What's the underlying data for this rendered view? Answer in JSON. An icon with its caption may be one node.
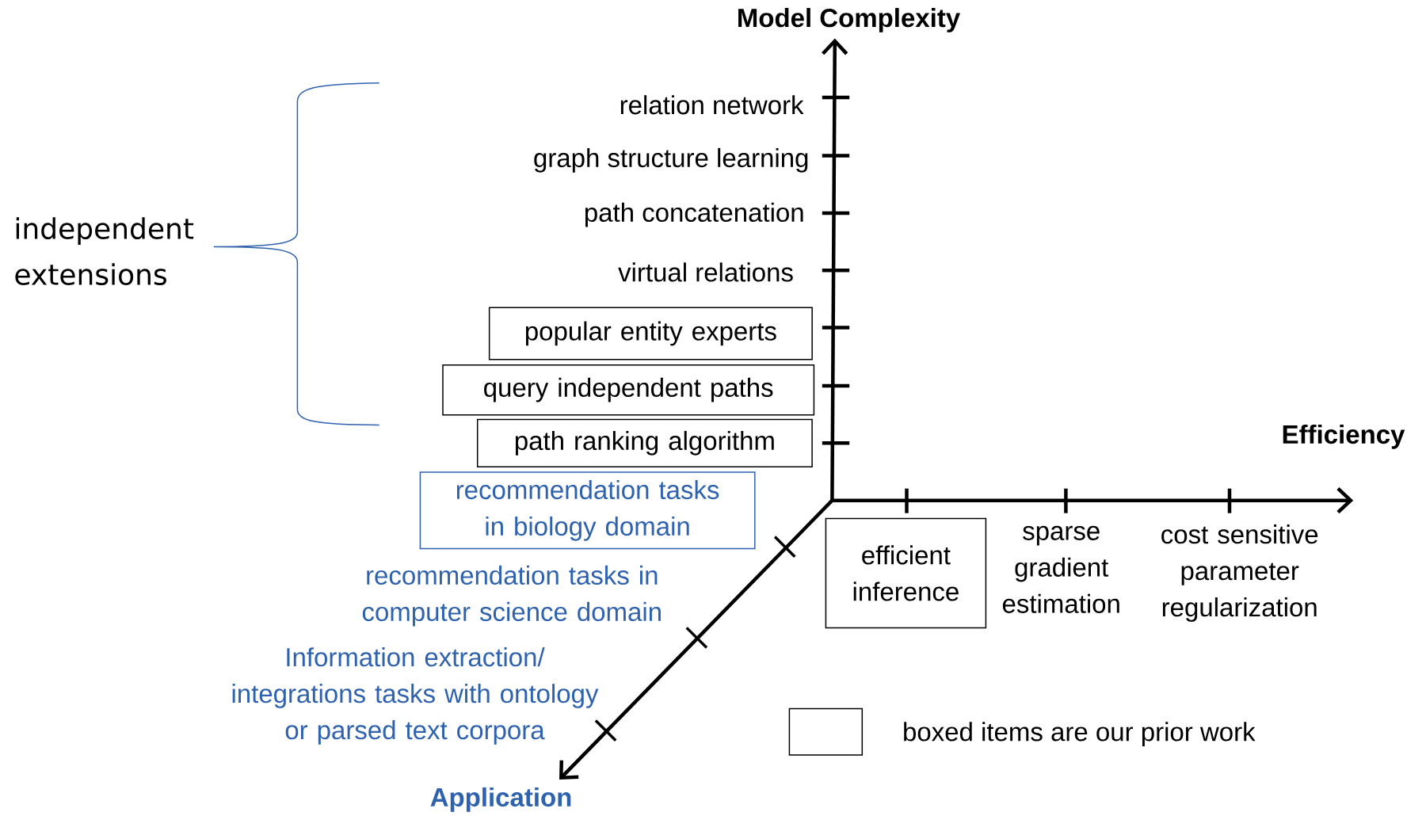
{
  "diagram": {
    "nodes": [
      {
        "text": [
          "popular entity experts"
        ]
      },
      {
        "text": [
          "query independent paths"
        ]
      },
      {
        "text": [
          "path ranking algorithm"
        ]
      },
      {
        "text": [
          "recommendation tasks in biology domain"
        ]
      },
      {
        "text": [
          "efficient inference"
        ]
      }
    ],
    "labels": [
      "Model Complexity",
      "relation network",
      "graph structure learning",
      "path concatenation",
      "virtual relations",
      "independent extensions",
      "Efficiency",
      "sparse gradient estimation",
      "cost sensitive parameter regularization",
      "recommendation tasks in computer science domain",
      "Information extraction/ integrations tasks with ontology or parsed text corpora",
      "Application"
    ],
    "legend": [
      {
        "text": "boxed items are our prior work"
      }
    ]
  }
}
